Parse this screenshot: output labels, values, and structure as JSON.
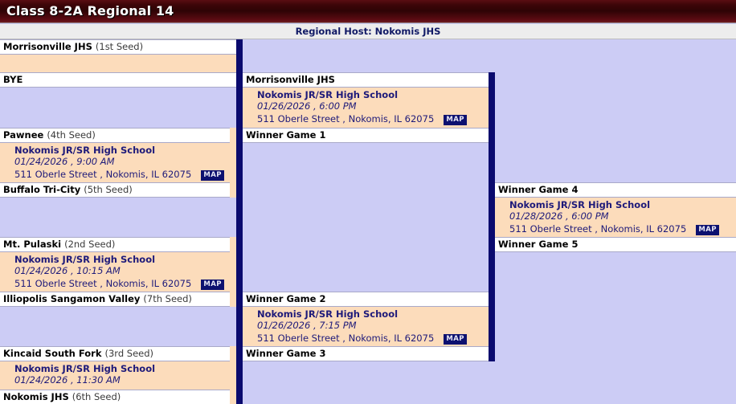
{
  "header": {
    "title": "Class 8-2A Regional 14",
    "host_label": "Regional Host: Nokomis JHS"
  },
  "map_label": "MAP",
  "venue": {
    "name": "Nokomis JR/SR High School",
    "address": "511 Oberle Street , Nokomis, IL 62075"
  },
  "round1": [
    {
      "top_team": "Morrisonville JHS",
      "top_seed": "(1st Seed)",
      "bottom_team": "BYE",
      "bottom_seed": "",
      "venue": "",
      "when": "",
      "address": "",
      "has_map": false
    },
    {
      "top_team": "Pawnee",
      "top_seed": "(4th Seed)",
      "bottom_team": "Buffalo Tri-City",
      "bottom_seed": "(5th Seed)",
      "venue": "Nokomis JR/SR High School",
      "when": "01/24/2026 , 9:00 AM",
      "address": "511 Oberle Street , Nokomis, IL 62075",
      "has_map": true
    },
    {
      "top_team": "Mt. Pulaski",
      "top_seed": "(2nd Seed)",
      "bottom_team": "Illiopolis Sangamon Valley",
      "bottom_seed": "(7th Seed)",
      "venue": "Nokomis JR/SR High School",
      "when": "01/24/2026 , 10:15 AM",
      "address": "511 Oberle Street , Nokomis, IL 62075",
      "has_map": true
    },
    {
      "top_team": "Kincaid South Fork",
      "top_seed": "(3rd Seed)",
      "bottom_team": "Nokomis JHS",
      "bottom_seed": "(6th Seed)",
      "venue": "Nokomis JR/SR High School",
      "when": "01/24/2026 , 11:30 AM",
      "address": "",
      "has_map": false
    }
  ],
  "round2": [
    {
      "top_team": "Morrisonville JHS",
      "bottom_team": "Winner Game 1",
      "venue": "Nokomis JR/SR High School",
      "when": "01/26/2026 , 6:00 PM",
      "address": "511 Oberle Street , Nokomis, IL 62075",
      "has_map": true
    },
    {
      "top_team": "Winner Game 2",
      "bottom_team": "Winner Game 3",
      "venue": "Nokomis JR/SR High School",
      "when": "01/26/2026 , 7:15 PM",
      "address": "511 Oberle Street , Nokomis, IL 62075",
      "has_map": true
    }
  ],
  "round3": [
    {
      "top_team": "Winner Game 4",
      "bottom_team": "Winner Game 5",
      "venue": "Nokomis JR/SR High School",
      "when": "01/28/2026 , 6:00 PM",
      "address": "511 Oberle Street , Nokomis, IL 62075",
      "has_map": true
    }
  ]
}
